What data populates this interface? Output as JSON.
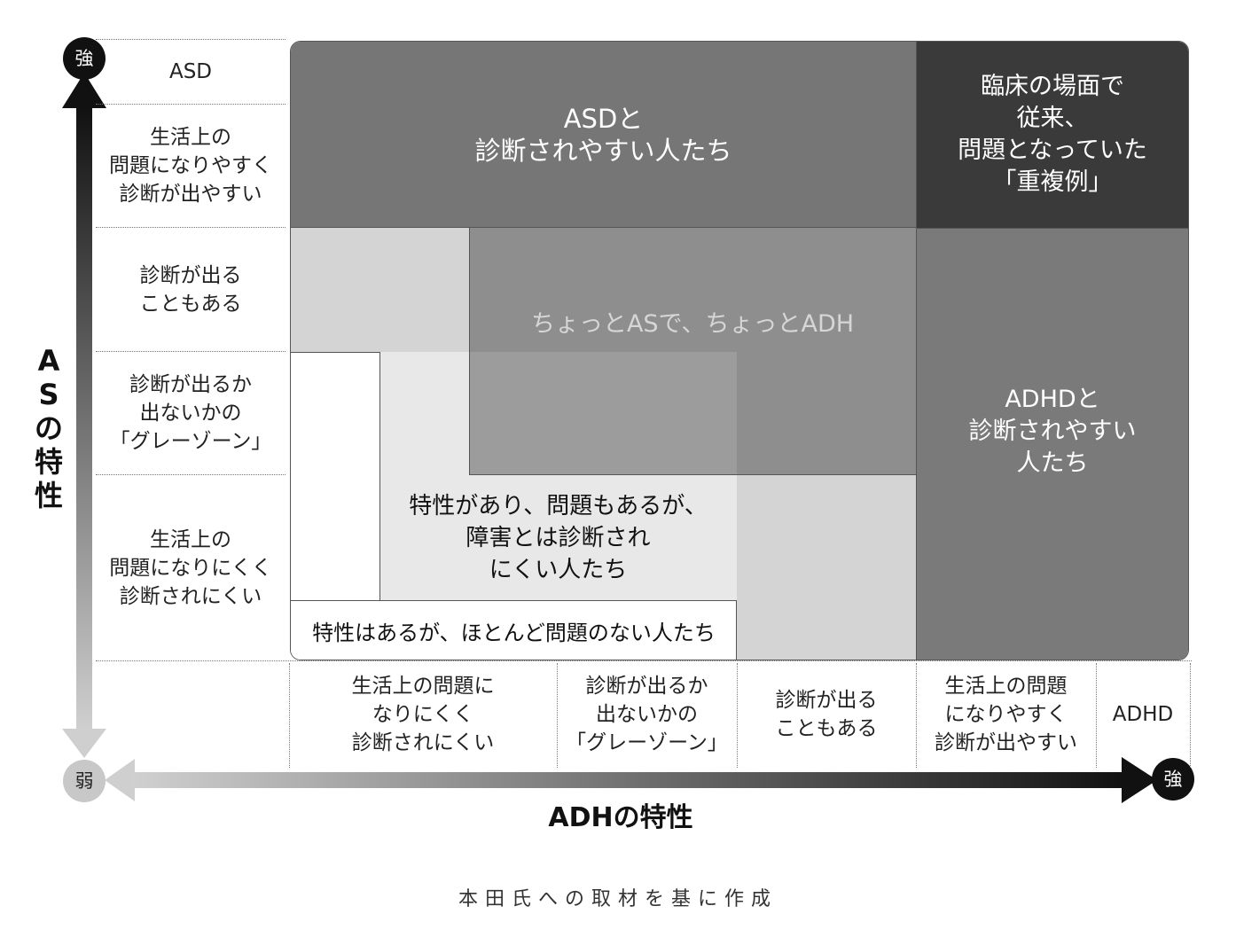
{
  "y_axis": {
    "title": "ASの特性",
    "strong_label": "強",
    "weak_label": "弱"
  },
  "x_axis": {
    "title": "ADHの特性",
    "strong_label": "強"
  },
  "rows": [
    {
      "label": "ASD"
    },
    {
      "label": "生活上の\n問題になりやすく\n診断が出やすい"
    },
    {
      "label": "診断が出る\nこともある"
    },
    {
      "label": "診断が出るか\n出ないかの\n「グレーゾーン」"
    },
    {
      "label": "生活上の\n問題になりにくく\n診断されにくい"
    }
  ],
  "columns": [
    {
      "label": "生活上の問題に\nなりにくく\n診断されにくい"
    },
    {
      "label": "診断が出るか\n出ないかの\n「グレーゾーン」"
    },
    {
      "label": "診断が出る\nこともある"
    },
    {
      "label": "生活上の問題\nになりやすく\n診断が出やすい"
    },
    {
      "label": "ADHD"
    }
  ],
  "regions": {
    "asd": "ASDと\n診断されやすい人たち",
    "overlap": "臨床の場面で\n従来、\n問題となっていた\n「重複例」",
    "adhd": "ADHDと\n診断されやすい\n人たち",
    "middle": "ちょっとASで、ちょっとADH",
    "trait_problem": "特性があり、問題もあるが、\n障害とは診断され\nにくい人たち",
    "trait_only": "特性はあるが、ほとんど問題のない人たち"
  },
  "colors": {
    "asd_region": "#767676",
    "overlap_region": "#3a3a3a",
    "adhd_region": "#7a7a7a",
    "middle_region": "#8e8e8e",
    "light_region": "#d4d4d4",
    "lighter_region": "#e8e8e8",
    "arrow_dark": "#111111",
    "arrow_light": "#cfcfcf"
  },
  "source": "本田氏への取材を基に作成"
}
